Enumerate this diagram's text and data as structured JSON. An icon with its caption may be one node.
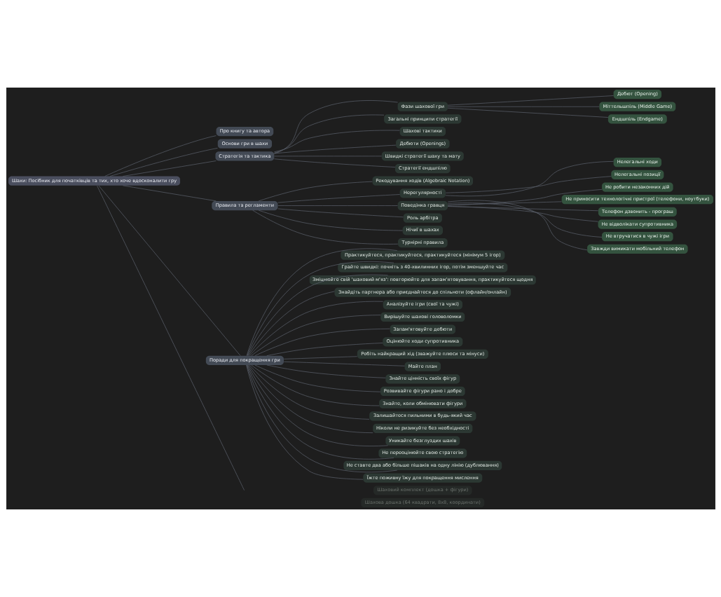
{
  "diagram": {
    "nodes": [
      {
        "text": [
          "Шахи: Посібник для початківців та тих, хто хоче вдосконалити гру"
        ]
      },
      {
        "text": [
          "Про книгу та автора"
        ]
      },
      {
        "text": [
          "Основи гри в шахи"
        ]
      },
      {
        "text": [
          "Стратегія та тактика"
        ]
      },
      {
        "text": [
          "Фази шахової гри"
        ]
      },
      {
        "text": [
          "Дебют (Opening)"
        ]
      },
      {
        "text": [
          "Міттельшпіль (Middle Game)"
        ]
      },
      {
        "text": [
          "Ендшпіль (Endgame)"
        ]
      },
      {
        "text": [
          "Загальні принципи стратегії"
        ]
      },
      {
        "text": [
          "Шахові тактики"
        ]
      },
      {
        "text": [
          "Дебюти (Openings)"
        ]
      },
      {
        "text": [
          "Швидкі стратегії шаху та мату"
        ]
      },
      {
        "text": [
          "Стратегії ендшпілю"
        ]
      },
      {
        "text": [
          "Правила та регламенти"
        ]
      },
      {
        "text": [
          "Рекодування ходів (Algebraic Notation)"
        ]
      },
      {
        "text": [
          "Нерегулярності"
        ]
      },
      {
        "text": [
          "Нелегальні ходи"
        ]
      },
      {
        "text": [
          "Нелегальні позиції"
        ]
      },
      {
        "text": [
          "Поведінка гравця"
        ]
      },
      {
        "text": [
          "Не робити незаконних дій"
        ]
      },
      {
        "text": [
          "Не приносити технологічні пристрої (телефони, ноутбуки)"
        ]
      },
      {
        "text": [
          "Телефон дзвонить - програш"
        ]
      },
      {
        "text": [
          "Не відволікати супротивника"
        ]
      },
      {
        "text": [
          "Не втручатися в чужі ігри"
        ]
      },
      {
        "text": [
          "Завжди вимикати мобільний телефон"
        ]
      },
      {
        "text": [
          "Роль арбітра"
        ]
      },
      {
        "text": [
          "Нічиї в шахах"
        ]
      },
      {
        "text": [
          "Турнірні правила"
        ]
      },
      {
        "text": [
          "Поради для покращення гри"
        ]
      },
      {
        "text": [
          "Практикуйтеся, практикуйтеся, практикуйтеся (мінімум 5 ігор)"
        ]
      },
      {
        "text": [
          "Грайте швидкі: почніть з 40-хвилинних ігор, потім зменшуйте час"
        ]
      },
      {
        "text": [
          "Зміцнюйте свій 'шаховий м'яз': повторюйте для запам'ятовування, практикуйтеся щодня"
        ]
      },
      {
        "text": [
          "Знайдіть партнера або приєднайтеся до спільноти (офлайн/онлайн)"
        ]
      },
      {
        "text": [
          "Аналізуйте ігри (свої та чужі)"
        ]
      },
      {
        "text": [
          "Вирішуйте шахові головоломки"
        ]
      },
      {
        "text": [
          "Запам'ятовуйте дебюти"
        ]
      },
      {
        "text": [
          "Оцінюйте ходи супротивника"
        ]
      },
      {
        "text": [
          "Робіть найкращий хід (зважуйте плюси та мінуси)"
        ]
      },
      {
        "text": [
          "Майте план"
        ]
      },
      {
        "text": [
          "Знайте цінність своїх фігур"
        ]
      },
      {
        "text": [
          "Розвивайте фігури рано і добре"
        ]
      },
      {
        "text": [
          "Знайте, коли обмінювати фігури"
        ]
      },
      {
        "text": [
          "Залишайтеся пильними в будь-який час"
        ]
      },
      {
        "text": [
          "Ніколи не ризикуйте без необхідності"
        ]
      },
      {
        "text": [
          "Уникайте безглуздих шахів"
        ]
      },
      {
        "text": [
          "Не переоцінюйте свою стратегію"
        ]
      },
      {
        "text": [
          "Не ставте два або більше пішаків на одну лінію (дублювання)"
        ]
      },
      {
        "text": [
          "Їжте поживну їжу для покращення мислення"
        ]
      },
      {
        "text": [
          "Шаховий комплект (дошка + фігури)"
        ]
      },
      {
        "text": [
          "Шахова дошка (64 квадрати, 8x8, координати)"
        ]
      }
    ],
    "edges": [
      {
        "from": 0,
        "to": 1,
        "arrow": "none"
      },
      {
        "from": 0,
        "to": 2,
        "arrow": "none"
      },
      {
        "from": 0,
        "to": 3,
        "arrow": "none"
      },
      {
        "from": 3,
        "to": 4,
        "arrow": "none"
      },
      {
        "from": 4,
        "to": 5,
        "arrow": "none"
      },
      {
        "from": 4,
        "to": 6,
        "arrow": "none"
      },
      {
        "from": 4,
        "to": 7,
        "arrow": "none"
      },
      {
        "from": 3,
        "to": 8,
        "arrow": "none"
      },
      {
        "from": 3,
        "to": 9,
        "arrow": "none"
      },
      {
        "from": 3,
        "to": 10,
        "arrow": "none"
      },
      {
        "from": 3,
        "to": 11,
        "arrow": "none"
      },
      {
        "from": 3,
        "to": 12,
        "arrow": "none"
      },
      {
        "from": 0,
        "to": 13,
        "arrow": "none"
      },
      {
        "from": 13,
        "to": 14,
        "arrow": "none"
      },
      {
        "from": 13,
        "to": 15,
        "arrow": "none"
      },
      {
        "from": 15,
        "to": 16,
        "arrow": "none"
      },
      {
        "from": 15,
        "to": 17,
        "arrow": "none"
      },
      {
        "from": 13,
        "to": 18,
        "arrow": "none"
      },
      {
        "from": 18,
        "to": 19,
        "arrow": "none"
      },
      {
        "from": 18,
        "to": 20,
        "arrow": "none"
      },
      {
        "from": 18,
        "to": 21,
        "arrow": "none"
      },
      {
        "from": 18,
        "to": 22,
        "arrow": "none"
      },
      {
        "from": 18,
        "to": 23,
        "arrow": "none"
      },
      {
        "from": 18,
        "to": 24,
        "arrow": "none"
      },
      {
        "from": 13,
        "to": 25,
        "arrow": "none"
      },
      {
        "from": 13,
        "to": 26,
        "arrow": "none"
      },
      {
        "from": 13,
        "to": 27,
        "arrow": "none"
      },
      {
        "from": 0,
        "to": 28,
        "arrow": "none"
      },
      {
        "from": 28,
        "to": 29,
        "arrow": "none"
      },
      {
        "from": 28,
        "to": 30,
        "arrow": "none"
      },
      {
        "from": 28,
        "to": 31,
        "arrow": "none"
      },
      {
        "from": 28,
        "to": 32,
        "arrow": "none"
      },
      {
        "from": 28,
        "to": 33,
        "arrow": "none"
      },
      {
        "from": 28,
        "to": 34,
        "arrow": "none"
      },
      {
        "from": 28,
        "to": 35,
        "arrow": "none"
      },
      {
        "from": 28,
        "to": 36,
        "arrow": "none"
      },
      {
        "from": 28,
        "to": 37,
        "arrow": "none"
      },
      {
        "from": 28,
        "to": 38,
        "arrow": "none"
      },
      {
        "from": 28,
        "to": 39,
        "arrow": "none"
      },
      {
        "from": 28,
        "to": 40,
        "arrow": "none"
      },
      {
        "from": 28,
        "to": 41,
        "arrow": "none"
      },
      {
        "from": 28,
        "to": 42,
        "arrow": "none"
      },
      {
        "from": 28,
        "to": 43,
        "arrow": "none"
      },
      {
        "from": 28,
        "to": 44,
        "arrow": "none"
      },
      {
        "from": 28,
        "to": 45,
        "arrow": "none"
      },
      {
        "from": 28,
        "to": 46,
        "arrow": "none"
      },
      {
        "from": 28,
        "to": 47,
        "arrow": "none"
      },
      {
        "from": 0,
        "to": null,
        "arrow": "none"
      }
    ]
  }
}
